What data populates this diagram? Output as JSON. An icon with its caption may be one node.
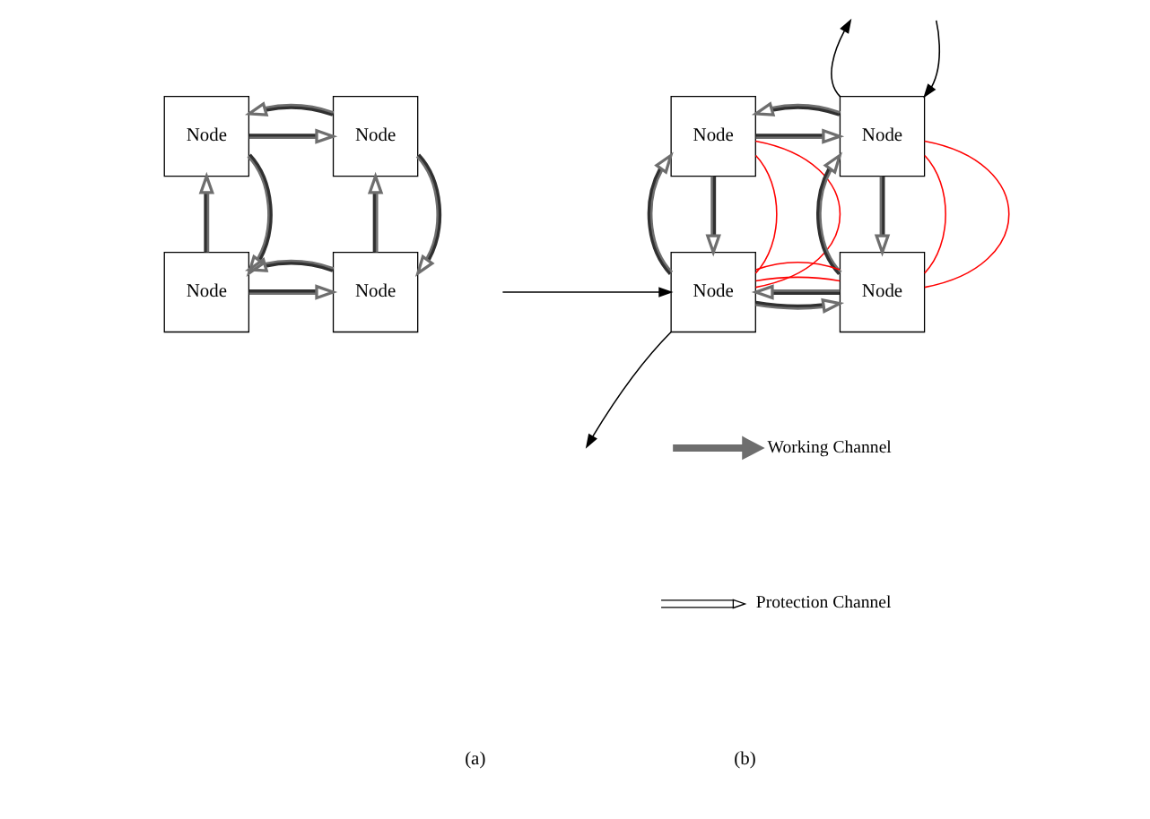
{
  "diagram": {
    "nodes": [
      {
        "text": [
          "Node"
        ]
      },
      {
        "text": [
          "Node"
        ]
      },
      {
        "text": [
          "Node"
        ]
      },
      {
        "text": [
          "Node"
        ]
      },
      {
        "text": [
          "Node"
        ]
      },
      {
        "text": [
          "Node"
        ]
      },
      {
        "text": [
          "Node"
        ]
      },
      {
        "text": [
          "Node"
        ]
      }
    ],
    "edges": [
      {
        "from": 0,
        "to": 1,
        "arrow": "to"
      },
      {
        "from": 1,
        "to": 0,
        "arrow": "to"
      },
      {
        "from": 2,
        "to": 0,
        "arrow": "to"
      },
      {
        "from": 0,
        "to": 2,
        "arrow": "to"
      },
      {
        "from": 3,
        "to": 1,
        "arrow": "to"
      },
      {
        "from": 1,
        "to": 3,
        "arrow": "to"
      },
      {
        "from": 2,
        "to": 3,
        "arrow": "to"
      },
      {
        "from": 3,
        "to": 2,
        "arrow": "to"
      },
      {
        "from": 4,
        "to": 5,
        "arrow": "to"
      },
      {
        "from": 5,
        "to": 4,
        "arrow": "to"
      },
      {
        "from": 6,
        "to": 4,
        "arrow": "to"
      },
      {
        "from": 4,
        "to": 6,
        "arrow": "to"
      },
      {
        "from": 7,
        "to": 5,
        "arrow": "to"
      },
      {
        "from": 5,
        "to": 7,
        "arrow": "to"
      },
      {
        "from": 6,
        "to": 7,
        "arrow": "to"
      },
      {
        "from": 7,
        "to": 6,
        "arrow": "to"
      },
      {
        "from": 6,
        "to": 4,
        "arrow": "none",
        "color": "#ff0000"
      },
      {
        "from": 4,
        "to": 6,
        "arrow": "none",
        "color": "#ff0000"
      },
      {
        "from": 6,
        "to": 7,
        "arrow": "none",
        "color": "#ff0000"
      },
      {
        "from": 7,
        "to": 5,
        "arrow": "none",
        "color": "#ff0000"
      },
      {
        "from": 5,
        "to": 7,
        "arrow": "none",
        "color": "#ff0000"
      },
      {
        "from": 7,
        "to": 6,
        "arrow": "none",
        "color": "#ff0000"
      },
      {
        "from": null,
        "to": 6,
        "arrow": "to",
        "color": "#000000"
      },
      {
        "from": 6,
        "to": null,
        "arrow": "to",
        "color": "#000000"
      },
      {
        "from": 5,
        "to": null,
        "arrow": "to",
        "color": "#000000"
      },
      {
        "from": null,
        "to": 5,
        "arrow": "to",
        "color": "#000000"
      }
    ],
    "labels": [
      "(a)",
      "(b)"
    ],
    "legend": [
      {
        "text": "Working Channel"
      },
      {
        "text": "Protection Channel"
      }
    ]
  }
}
